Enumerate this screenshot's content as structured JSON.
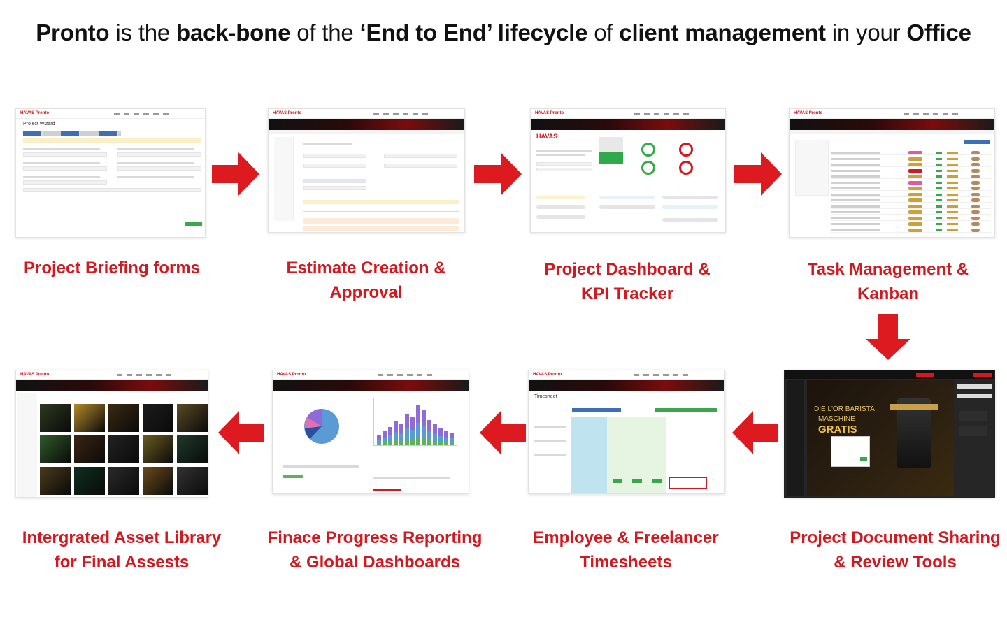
{
  "headline": {
    "p1": "Pronto",
    "p2": " is the ",
    "p3": "back-bone",
    "p4": " of the ",
    "p5": "‘End to End’ lifecycle",
    "p6": " of ",
    "p7": "client management",
    "p8": " in your ",
    "p9": "Office"
  },
  "steps": [
    {
      "caption_l1": "Project Briefing forms",
      "caption_l2": ""
    },
    {
      "caption_l1": "Estimate Creation &",
      "caption_l2": "Approval"
    },
    {
      "caption_l1": "Project Dashboard &",
      "caption_l2": "KPI Tracker"
    },
    {
      "caption_l1": "Task Management &",
      "caption_l2": "Kanban"
    },
    {
      "caption_l1": "Project Document Sharing",
      "caption_l2": "& Review Tools"
    },
    {
      "caption_l1": "Employee & Freelancer",
      "caption_l2": "Timesheets"
    },
    {
      "caption_l1": "Finace Progress Reporting",
      "caption_l2": "& Global Dashboards"
    },
    {
      "caption_l1": "Intergrated Asset Library",
      "caption_l2": "for Final Assests"
    }
  ],
  "thumb_text": {
    "logo": "HAVAS Pronto",
    "wizard_title": "Project Wizard",
    "timesheet_title": "Timesheet",
    "doc_line1": "DIE L'OR BARISTA",
    "doc_line2": "MASCHINE",
    "doc_line3": "GRATIS"
  },
  "colors": {
    "accent": "#d4181f",
    "text": "#111111"
  }
}
